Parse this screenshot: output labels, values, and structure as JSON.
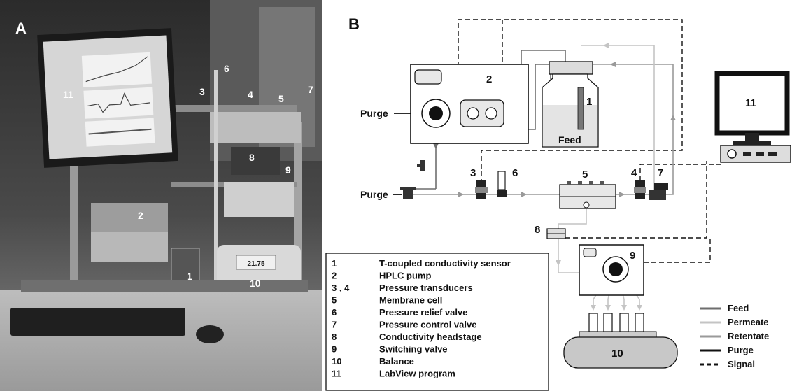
{
  "panels": {
    "a": "A",
    "b": "B"
  },
  "photo": {
    "labels": [
      "11",
      "6",
      "3",
      "4",
      "5",
      "7",
      "8",
      "9",
      "2",
      "1",
      "10"
    ],
    "balance_display": "21.75"
  },
  "diagram": {
    "labels": {
      "feed": "Feed",
      "purge_top": "Purge",
      "purge_bottom": "Purge",
      "n1": "1",
      "n2": "2",
      "n3": "3",
      "n4": "4",
      "n5": "5",
      "n6": "6",
      "n7": "7",
      "n8": "8",
      "n9": "9",
      "n10": "10",
      "n11": "11"
    },
    "component_table": [
      {
        "num": "1",
        "name": "T-coupled conductivity sensor"
      },
      {
        "num": "2",
        "name": "HPLC pump"
      },
      {
        "num": "3 , 4",
        "name": "Pressure transducers"
      },
      {
        "num": "5",
        "name": "Membrane cell"
      },
      {
        "num": "6",
        "name": "Pressure relief valve"
      },
      {
        "num": "7",
        "name": "Pressure control valve"
      },
      {
        "num": "8",
        "name": "Conductivity headstage"
      },
      {
        "num": "9",
        "name": "Switching valve"
      },
      {
        "num": "10",
        "name": "Balance"
      },
      {
        "num": "11",
        "name": "LabView program"
      }
    ],
    "line_legend": [
      {
        "label": "Feed",
        "color": "#6e6e6e",
        "style": "solid"
      },
      {
        "label": "Permeate",
        "color": "#c4c4c4",
        "style": "solid"
      },
      {
        "label": "Retentate",
        "color": "#9a9a9a",
        "style": "solid"
      },
      {
        "label": "Purge",
        "color": "#111111",
        "style": "solid"
      },
      {
        "label": "Signal",
        "color": "#111111",
        "style": "dashed"
      }
    ]
  }
}
